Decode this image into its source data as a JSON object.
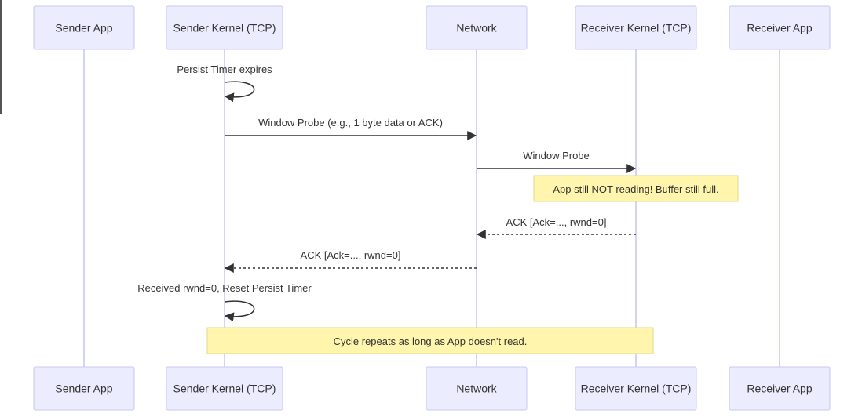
{
  "actors": [
    {
      "id": "sender_app",
      "label": "Sender App"
    },
    {
      "id": "sender_kernel",
      "label": "Sender Kernel (TCP)"
    },
    {
      "id": "network",
      "label": "Network"
    },
    {
      "id": "receiver_kernel",
      "label": "Receiver Kernel (TCP)"
    },
    {
      "id": "receiver_app",
      "label": "Receiver App"
    }
  ],
  "steps": [
    {
      "kind": "self",
      "actor": "sender_kernel",
      "label": "Persist Timer expires"
    },
    {
      "kind": "message",
      "from": "sender_kernel",
      "to": "network",
      "style": "solid",
      "label": "Window Probe (e.g., 1 byte data or ACK)"
    },
    {
      "kind": "message",
      "from": "network",
      "to": "receiver_kernel",
      "style": "solid",
      "label": "Window Probe"
    },
    {
      "kind": "note",
      "over": [
        "receiver_kernel"
      ],
      "label": "App still NOT reading! Buffer still full."
    },
    {
      "kind": "message",
      "from": "receiver_kernel",
      "to": "network",
      "style": "dashed",
      "label": "ACK [Ack=..., rwnd=0]"
    },
    {
      "kind": "message",
      "from": "network",
      "to": "sender_kernel",
      "style": "dashed",
      "label": "ACK [Ack=..., rwnd=0]"
    },
    {
      "kind": "self",
      "actor": "sender_kernel",
      "label": "Received rwnd=0, Reset Persist Timer"
    },
    {
      "kind": "note",
      "over": [
        "sender_kernel",
        "receiver_kernel"
      ],
      "label": "Cycle repeats as long as App doesn't read."
    }
  ]
}
